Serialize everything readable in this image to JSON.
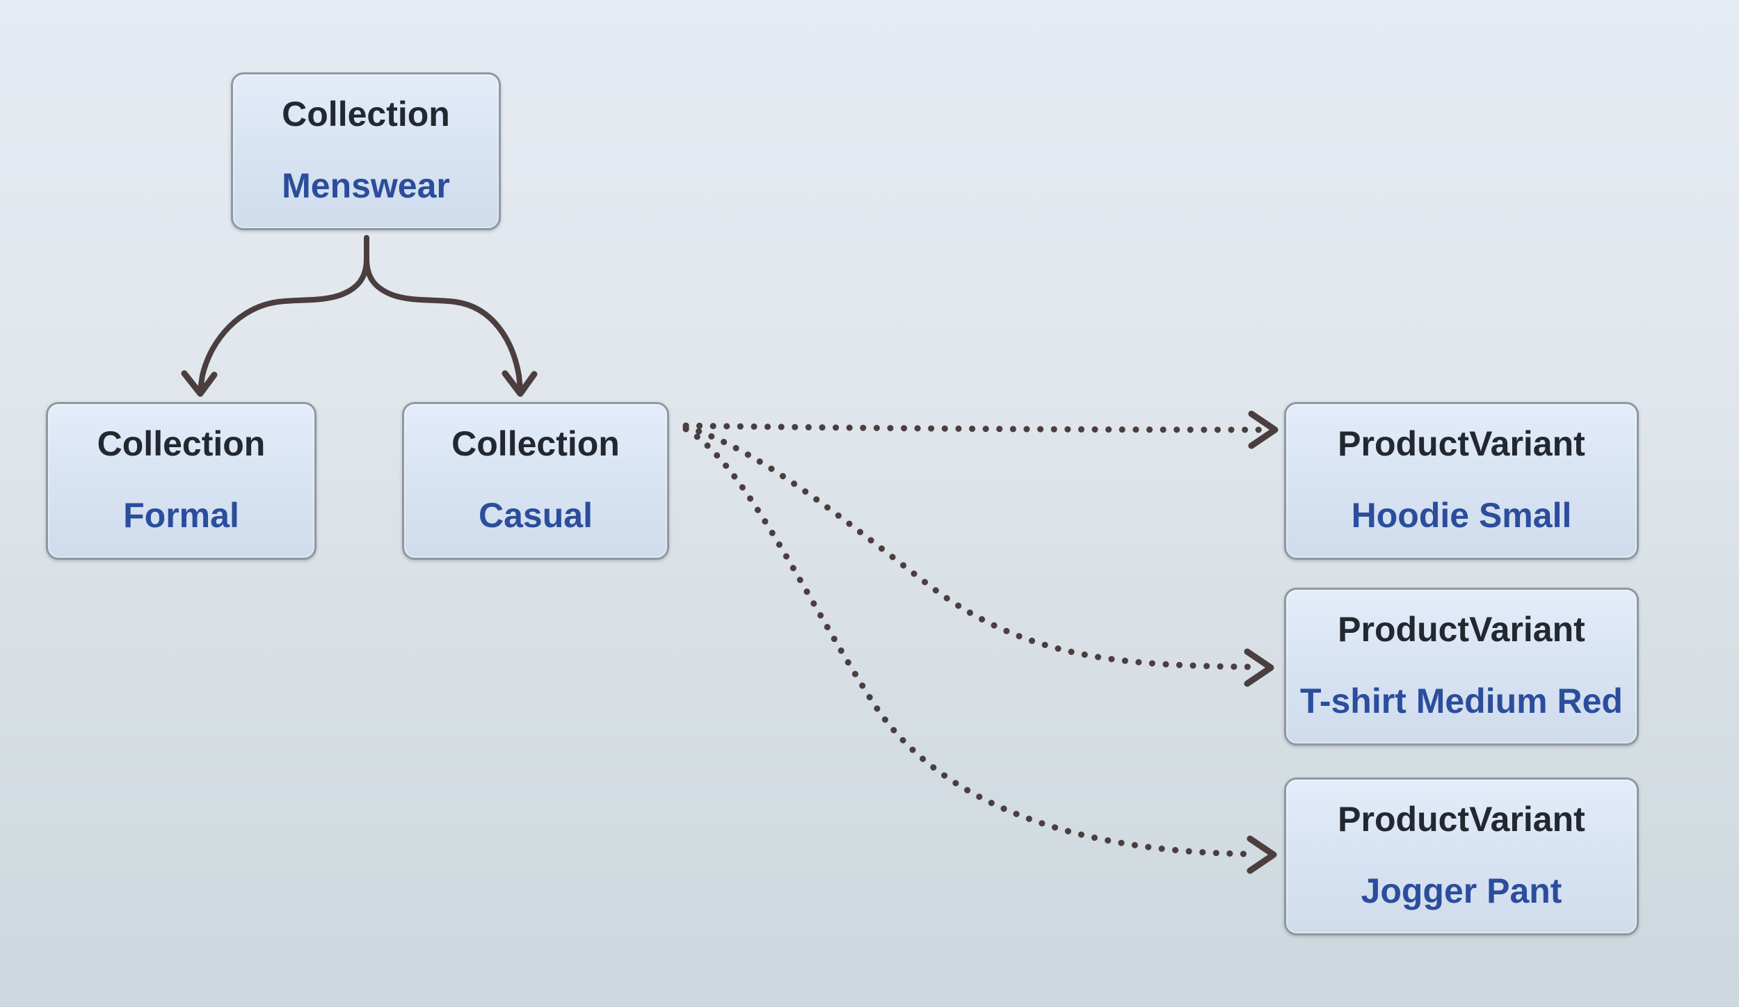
{
  "nodes": [
    {
      "id": "collection-menswear",
      "type": "Collection",
      "label": "Menswear"
    },
    {
      "id": "collection-formal",
      "type": "Collection",
      "label": "Formal"
    },
    {
      "id": "collection-casual",
      "type": "Collection",
      "label": "Casual"
    },
    {
      "id": "variant-hoodie",
      "type": "ProductVariant",
      "label": "Hoodie Small"
    },
    {
      "id": "variant-tshirt",
      "type": "ProductVariant",
      "label": "T-shirt Medium Red"
    },
    {
      "id": "variant-jogger",
      "type": "ProductVariant",
      "label": "Jogger Pant"
    }
  ],
  "edges": [
    {
      "from": "Collection Menswear",
      "to": "Collection Formal",
      "style": "solid-arrow"
    },
    {
      "from": "Collection Menswear",
      "to": "Collection Casual",
      "style": "solid-arrow"
    },
    {
      "from": "Collection Casual",
      "to": "ProductVariant Hoodie Small",
      "style": "dotted-arrow"
    },
    {
      "from": "Collection Casual",
      "to": "ProductVariant T-shirt Medium Red",
      "style": "dotted-arrow"
    },
    {
      "from": "Collection Casual",
      "to": "ProductVariant Jogger Pant",
      "style": "dotted-arrow"
    }
  ],
  "colors": {
    "background_top": "#e5ebf2",
    "background_bottom": "#ccd8de",
    "node_fill_top": "#e3ecf9",
    "node_fill_bottom": "#cfdcec",
    "node_border": "#8f98a0",
    "node_type_text": "#23272f",
    "node_label_text": "#2b4d9c",
    "edge_stroke": "#4b3e3e"
  }
}
